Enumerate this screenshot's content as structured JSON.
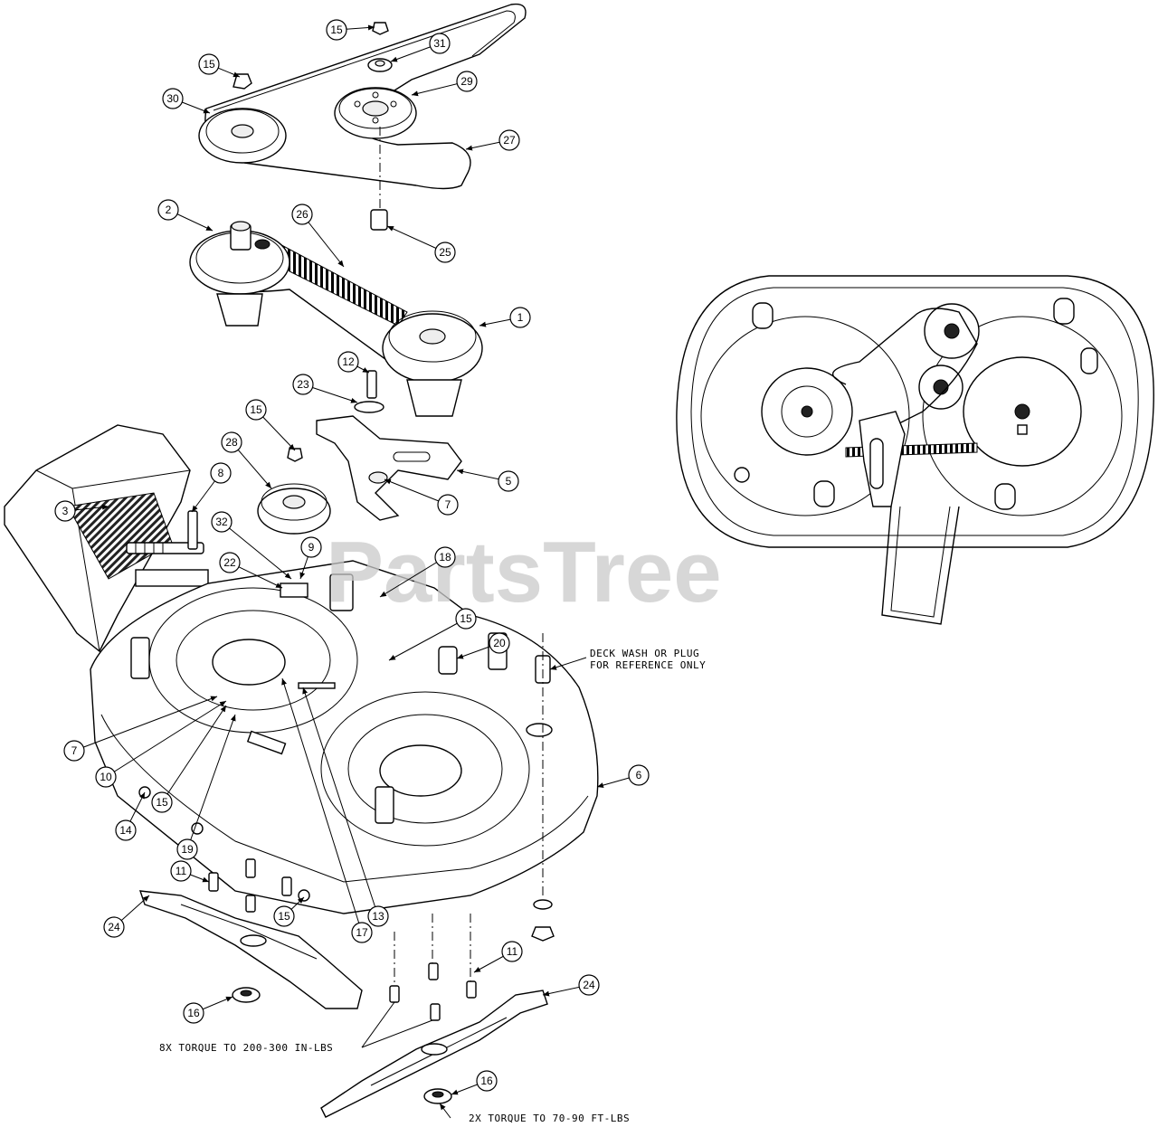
{
  "watermark": "PartsTree",
  "notes": {
    "deck_wash_line1": "DECK WASH OR PLUG",
    "deck_wash_line2": "FOR REFERENCE ONLY",
    "torque_blade_bolts": "8X TORQUE TO 200-300 IN-LBS",
    "torque_blade_nuts": "2X TORQUE TO 70-90 FT-LBS"
  },
  "callouts": [
    "1",
    "2",
    "3",
    "5",
    "6",
    "7",
    "7",
    "8",
    "9",
    "10",
    "11",
    "11",
    "12",
    "13",
    "14",
    "15",
    "15",
    "15",
    "15",
    "15",
    "15",
    "16",
    "16",
    "17",
    "18",
    "19",
    "20",
    "22",
    "23",
    "24",
    "24",
    "25",
    "26",
    "27",
    "28",
    "29",
    "30",
    "31",
    "32"
  ]
}
